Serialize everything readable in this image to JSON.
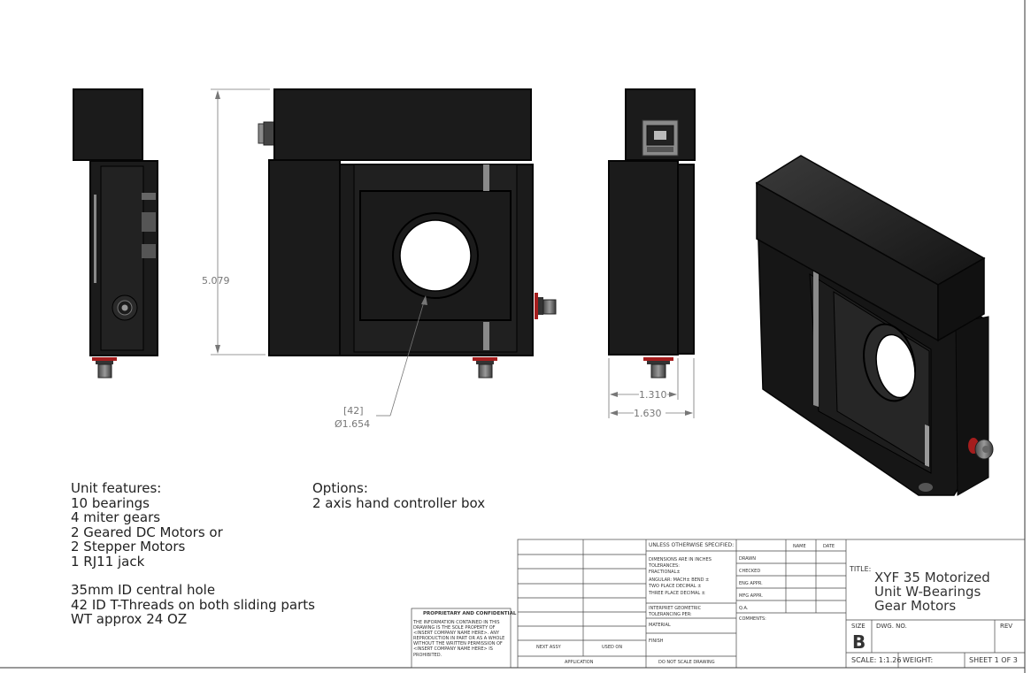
{
  "dimensions": {
    "height": "5.079",
    "hole_metric": "[42]",
    "hole_diameter": "Ø1.654",
    "inner_depth": "1.310",
    "outer_depth": "1.630"
  },
  "features": {
    "heading": "Unit features:",
    "lines": [
      "10 bearings",
      "4 miter gears",
      "2 Geared DC Motors or",
      "2 Stepper Motors",
      "1 RJ11 jack"
    ],
    "lines2": [
      "35mm ID central hole",
      "42 ID T-Threads on both sliding parts",
      "WT approx 24 OZ"
    ]
  },
  "options": {
    "heading": "Options:",
    "lines": [
      "2 axis hand controller box"
    ]
  },
  "title_block": {
    "unless_specified": "UNLESS OTHERWISE SPECIFIED:",
    "spec_lines": [
      "DIMENSIONS ARE IN INCHES",
      "TOLERANCES:",
      "FRACTIONAL±",
      "ANGULAR: MACH±  BEND ±",
      "TWO PLACE DECIMAL  ±",
      "THREE PLACE DECIMAL  ±"
    ],
    "interpret": "INTERPRET GEOMETRIC",
    "tolerancing": "TOLERANCING PER:",
    "material": "MATERIAL",
    "finish": "FINISH",
    "no_scale": "DO NOT SCALE DRAWING",
    "next_assy": "NEXT ASSY",
    "used_on": "USED ON",
    "application": "APPLICATION",
    "name": "NAME",
    "date": "DATE",
    "rows": [
      "DRAWN",
      "CHECKED",
      "ENG APPR.",
      "MFG APPR.",
      "Q.A.",
      "COMMENTS:"
    ],
    "proprietary": "PROPRIETARY AND CONFIDENTIAL",
    "proprietary_lines": [
      "THE INFORMATION CONTAINED IN THIS",
      "DRAWING IS THE SOLE PROPERTY OF",
      "<INSERT COMPANY NAME HERE>. ANY",
      "REPRODUCTION IN PART OR AS A WHOLE",
      "WITHOUT THE WRITTEN PERMISSION OF",
      "<INSERT COMPANY NAME HERE> IS",
      "PROHIBITED."
    ],
    "title_label": "TITLE:",
    "title_lines": [
      "XYF 35 Motorized",
      "Unit W-Bearings",
      "Gear Motors"
    ],
    "size_label": "SIZE",
    "size_value": "B",
    "dwg_no_label": "DWG.  NO.",
    "rev_label": "REV",
    "scale": "SCALE: 1:1.26",
    "weight": "WEIGHT:",
    "sheet": "SHEET 1 OF 3"
  },
  "colors": {
    "body": "#1b1b1b",
    "edge": "#050505",
    "slot": "#8a8a8a",
    "dim_line": "#777777",
    "seal": "#a51d1d"
  }
}
